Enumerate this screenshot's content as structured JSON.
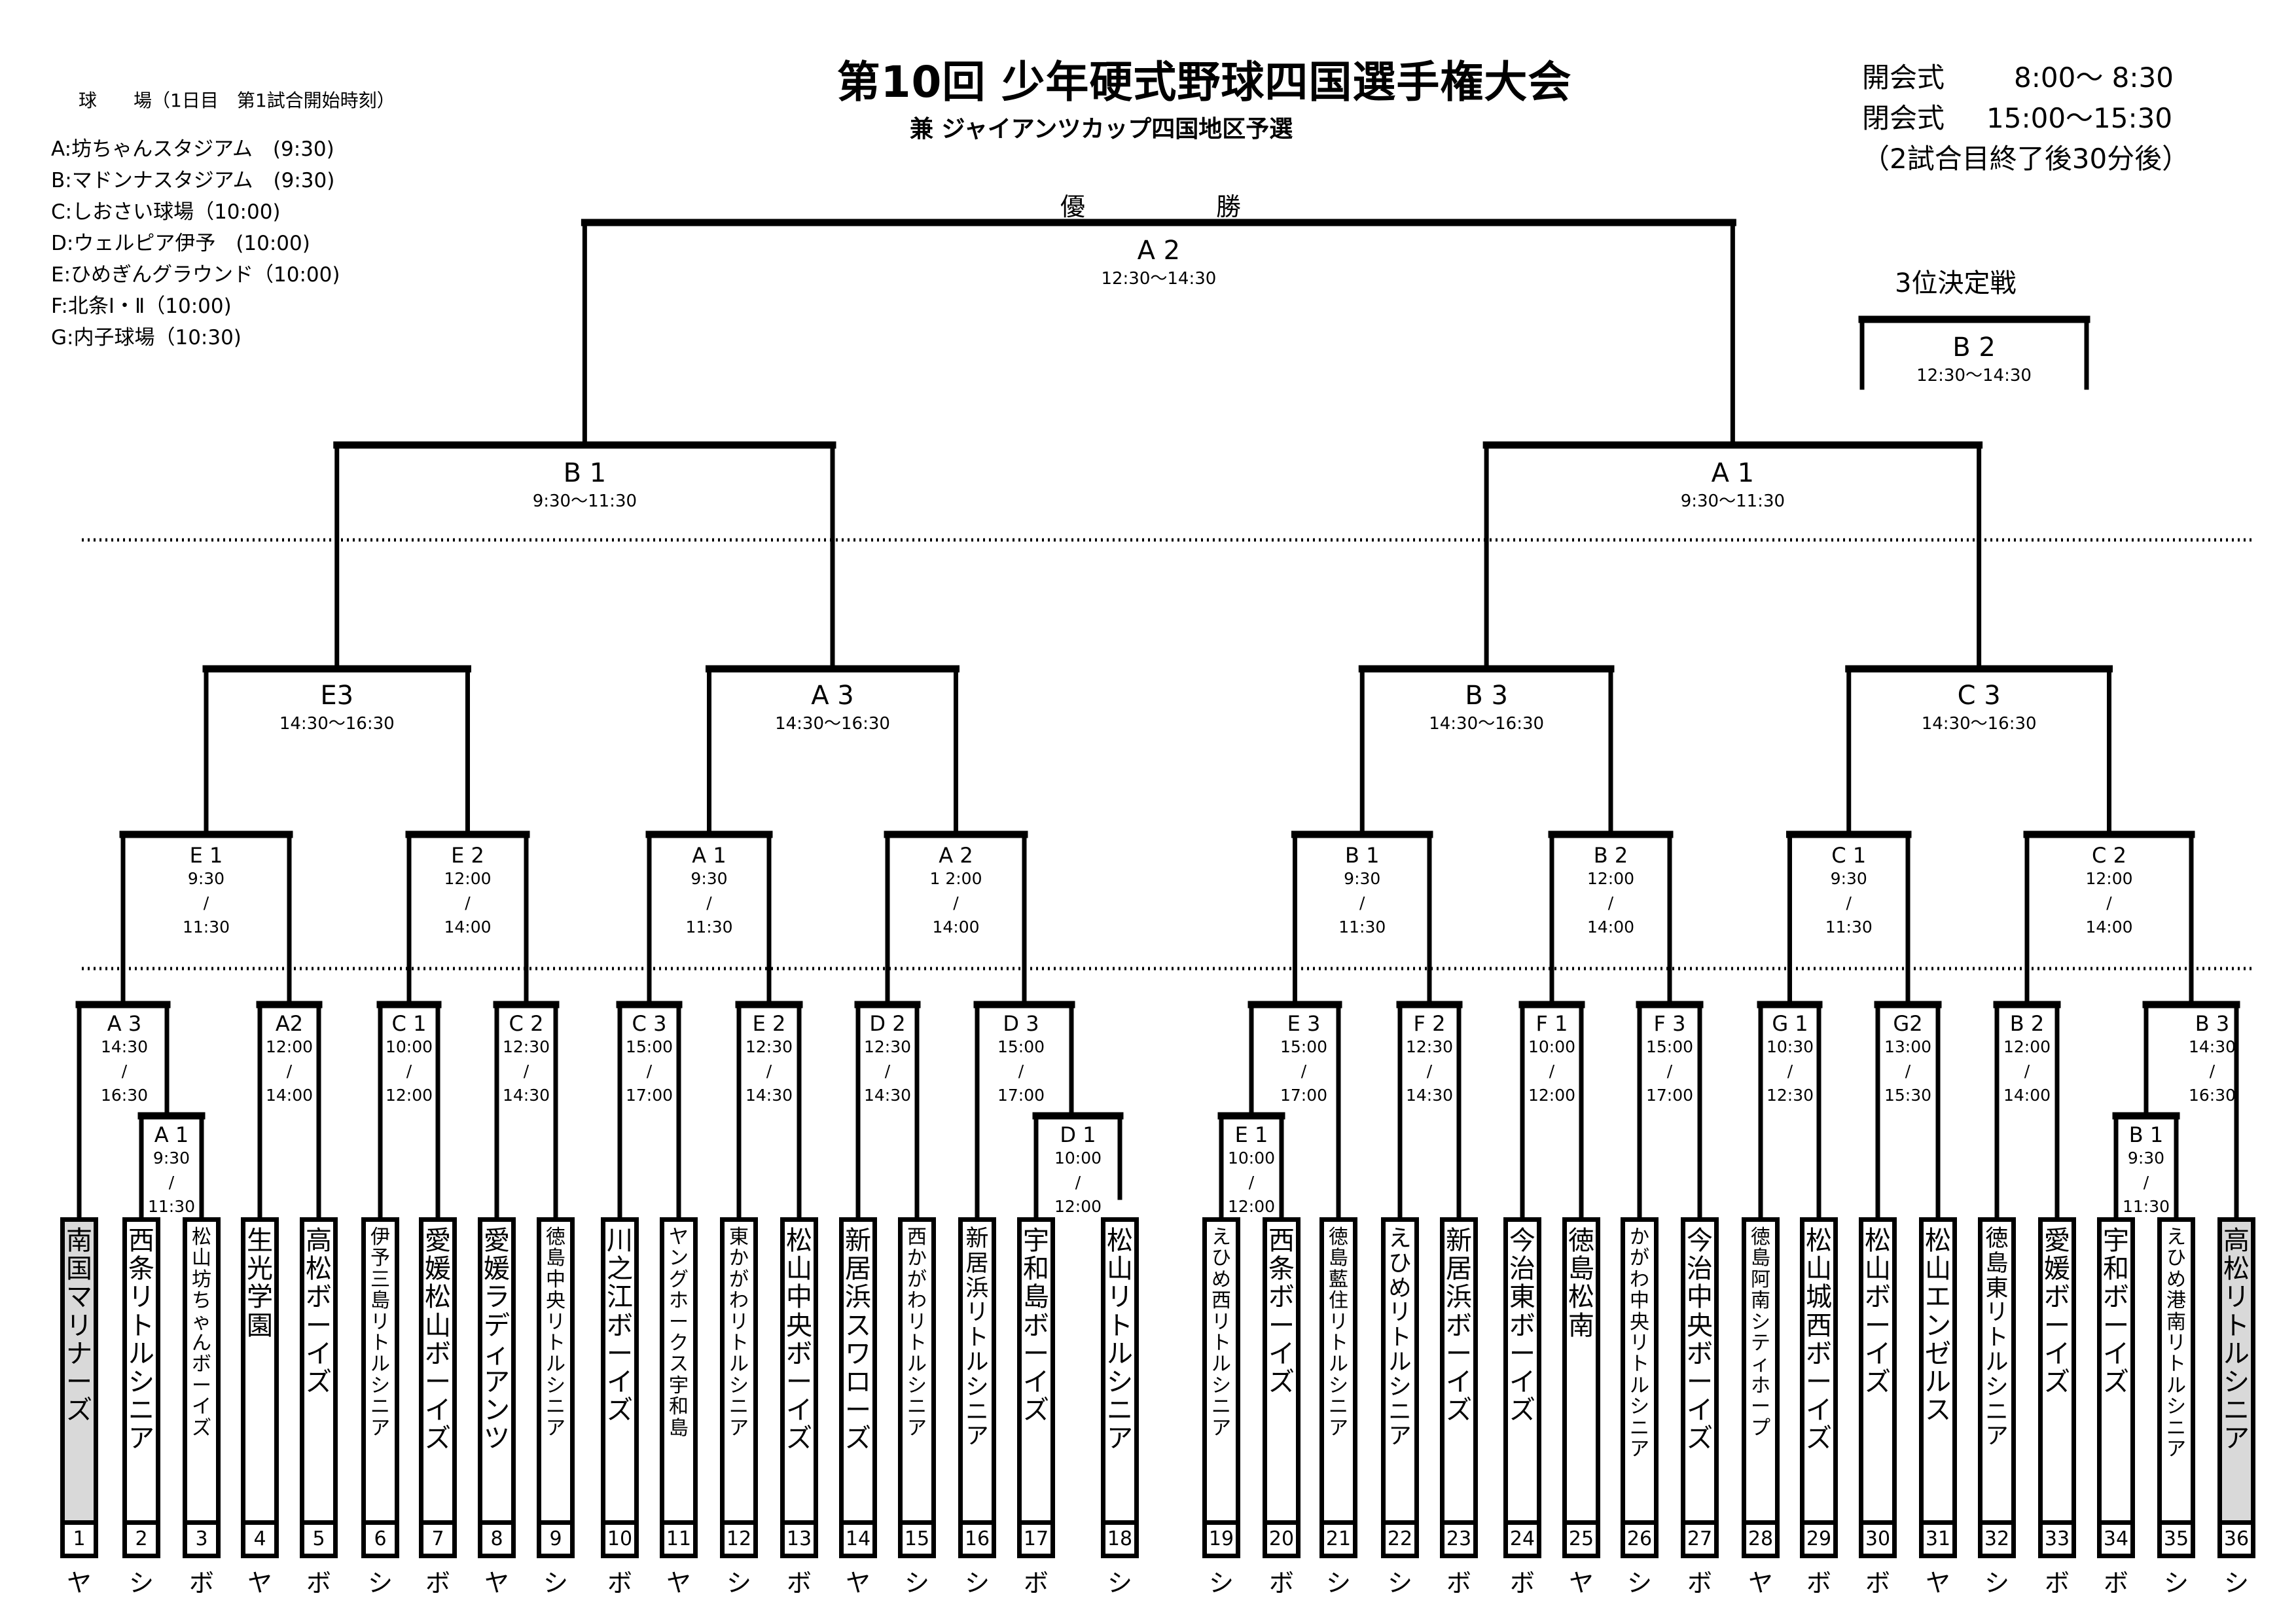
{
  "header": {
    "title": "第10回 少年硬式野球四国選手権大会",
    "subtitle": "兼 ジャイアンツカップ四国地区予選"
  },
  "venues": {
    "header": "球　　場（1日目　第1試合開始時刻）",
    "items": [
      {
        "code": "A",
        "name": "A:坊ちゃんスタジアム　(9:30)"
      },
      {
        "code": "B",
        "name": "B:マドンナスタジアム　(9:30)"
      },
      {
        "code": "C",
        "name": "C:しおさい球場（10:00)"
      },
      {
        "code": "D",
        "name": "D:ウェルピア伊予　(10:00)"
      },
      {
        "code": "E",
        "name": "E:ひめぎんグラウンド（10:00)"
      },
      {
        "code": "F",
        "name": "F:北条Ⅰ・Ⅱ（10:00)"
      },
      {
        "code": "G",
        "name": "G:内子球場（10:30)"
      }
    ]
  },
  "ceremony": {
    "opening_label": "開会式",
    "opening_time": "　8:00～ 8:30",
    "closing_label": "閉会式",
    "closing_time": "15:00～15:30",
    "note": "（2試合目終了後30分後）"
  },
  "final": {
    "label_left": "優",
    "label_right": "勝",
    "code": "A 2",
    "time": "12:30～14:30"
  },
  "third_place": {
    "title": "3位決定戦",
    "code": "B 2",
    "time": "12:30～14:30"
  },
  "semifinals": [
    {
      "code": "B 1",
      "time": "9:30～11:30"
    },
    {
      "code": "A 1",
      "time": "9:30～11:30"
    }
  ],
  "quarterfinals": [
    {
      "code": "E3",
      "time": "14:30～16:30"
    },
    {
      "code": "A 3",
      "time": "14:30～16:30"
    },
    {
      "code": "B 3",
      "time": "14:30～16:30"
    },
    {
      "code": "C 3",
      "time": "14:30～16:30"
    }
  ],
  "round2": [
    {
      "code": "E 1",
      "start": "9:30",
      "sep": "/",
      "end": "11:30"
    },
    {
      "code": "E 2",
      "start": "12:00",
      "sep": "/",
      "end": "14:00"
    },
    {
      "code": "A 1",
      "start": "9:30",
      "sep": "/",
      "end": "11:30"
    },
    {
      "code": "A 2",
      "start": "1 2:00",
      "sep": "/",
      "end": "14:00"
    },
    {
      "code": "B 1",
      "start": "9:30",
      "sep": "/",
      "end": "11:30"
    },
    {
      "code": "B 2",
      "start": "12:00",
      "sep": "/",
      "end": "14:00"
    },
    {
      "code": "C 1",
      "start": "9:30",
      "sep": "/",
      "end": "11:30"
    },
    {
      "code": "C 2",
      "start": "12:00",
      "sep": "/",
      "end": "14:00"
    }
  ],
  "round1": [
    {
      "code": "A 3",
      "start": "14:30",
      "sep": "/",
      "end": "16:30"
    },
    {
      "code": "A 1",
      "start": "9:30",
      "sep": "/",
      "end": "11:30"
    },
    {
      "code": "A2",
      "start": "12:00",
      "sep": "/",
      "end": "14:00"
    },
    {
      "code": "C 1",
      "start": "10:00",
      "sep": "/",
      "end": "12:00"
    },
    {
      "code": "C 2",
      "start": "12:30",
      "sep": "/",
      "end": "14:30"
    },
    {
      "code": "C 3",
      "start": "15:00",
      "sep": "/",
      "end": "17:00"
    },
    {
      "code": "E 2",
      "start": "12:30",
      "sep": "/",
      "end": "14:30"
    },
    {
      "code": "D 2",
      "start": "12:30",
      "sep": "/",
      "end": "14:30"
    },
    {
      "code": "D 3",
      "start": "15:00",
      "sep": "/",
      "end": "17:00"
    },
    {
      "code": "D 1",
      "start": "10:00",
      "sep": "/",
      "end": "12:00"
    },
    {
      "code": "E 1",
      "start": "10:00",
      "sep": "/",
      "end": "12:00"
    },
    {
      "code": "E 3",
      "start": "15:00",
      "sep": "/",
      "end": "17:00"
    },
    {
      "code": "F 2",
      "start": "12:30",
      "sep": "/",
      "end": "14:30"
    },
    {
      "code": "F 1",
      "start": "10:00",
      "sep": "/",
      "end": "12:00"
    },
    {
      "code": "F 3",
      "start": "15:00",
      "sep": "/",
      "end": "17:00"
    },
    {
      "code": "G 1",
      "start": "10:30",
      "sep": "/",
      "end": "12:30"
    },
    {
      "code": "G2",
      "start": "13:00",
      "sep": "/",
      "end": "15:30"
    },
    {
      "code": "B 2",
      "start": "12:00",
      "sep": "/",
      "end": "14:00"
    },
    {
      "code": "B 1",
      "start": "9:30",
      "sep": "/",
      "end": "11:30"
    },
    {
      "code": "B 3",
      "start": "14:30",
      "sep": "/",
      "end": "16:30"
    }
  ],
  "teams": [
    {
      "no": "1",
      "name": "南国マリナーズ",
      "category": "ヤ",
      "seed": true
    },
    {
      "no": "2",
      "name": "西条リトルシニア",
      "category": "シ",
      "seed": false
    },
    {
      "no": "3",
      "name": "松山坊ちゃんボーイズ",
      "category": "ボ",
      "seed": false
    },
    {
      "no": "4",
      "name": "生光学園",
      "category": "ヤ",
      "seed": false
    },
    {
      "no": "5",
      "name": "高松ボーイズ",
      "category": "ボ",
      "seed": false
    },
    {
      "no": "6",
      "name": "伊予三島リトルシニア",
      "category": "シ",
      "seed": false
    },
    {
      "no": "7",
      "name": "愛媛松山ボーイズ",
      "category": "ボ",
      "seed": false
    },
    {
      "no": "8",
      "name": "愛媛ラディアンツ",
      "category": "ヤ",
      "seed": false
    },
    {
      "no": "9",
      "name": "徳島中央リトルシニア",
      "category": "シ",
      "seed": false
    },
    {
      "no": "10",
      "name": "川之江ボーイズ",
      "category": "ボ",
      "seed": false
    },
    {
      "no": "11",
      "name": "ヤングホークス宇和島",
      "category": "ヤ",
      "seed": false
    },
    {
      "no": "12",
      "name": "東かがわリトルシニア",
      "category": "シ",
      "seed": false
    },
    {
      "no": "13",
      "name": "松山中央ボーイズ",
      "category": "ボ",
      "seed": false
    },
    {
      "no": "14",
      "name": "新居浜スワローズ",
      "category": "ヤ",
      "seed": false
    },
    {
      "no": "15",
      "name": "西かがわリトルシニア",
      "category": "シ",
      "seed": false
    },
    {
      "no": "16",
      "name": "新居浜リトルシニア",
      "category": "シ",
      "seed": false
    },
    {
      "no": "17",
      "name": "宇和島ボーイズ",
      "category": "ボ",
      "seed": false
    },
    {
      "no": "18",
      "name": "松山リトルシニア",
      "category": "シ",
      "seed": false
    },
    {
      "no": "19",
      "name": "えひめ西リトルシニア",
      "category": "シ",
      "seed": false
    },
    {
      "no": "20",
      "name": "西条ボーイズ",
      "category": "ボ",
      "seed": false
    },
    {
      "no": "21",
      "name": "徳島藍住リトルシニア",
      "category": "シ",
      "seed": false
    },
    {
      "no": "22",
      "name": "えひめリトルシニア",
      "category": "シ",
      "seed": false
    },
    {
      "no": "23",
      "name": "新居浜ボーイズ",
      "category": "ボ",
      "seed": false
    },
    {
      "no": "24",
      "name": "今治東ボーイズ",
      "category": "ボ",
      "seed": false
    },
    {
      "no": "25",
      "name": "徳島松南",
      "category": "ヤ",
      "seed": false
    },
    {
      "no": "26",
      "name": "かがわ中央リトルシニア",
      "category": "シ",
      "seed": false
    },
    {
      "no": "27",
      "name": "今治中央ボーイズ",
      "category": "ボ",
      "seed": false
    },
    {
      "no": "28",
      "name": "徳島阿南シティホープ",
      "category": "ヤ",
      "seed": false
    },
    {
      "no": "29",
      "name": "松山城西ボーイズ",
      "category": "ボ",
      "seed": false
    },
    {
      "no": "30",
      "name": "松山ボーイズ",
      "category": "ボ",
      "seed": false
    },
    {
      "no": "31",
      "name": "松山エンゼルス",
      "category": "ヤ",
      "seed": false
    },
    {
      "no": "32",
      "name": "徳島東リトルシニア",
      "category": "シ",
      "seed": false
    },
    {
      "no": "33",
      "name": "愛媛ボーイズ",
      "category": "ボ",
      "seed": false
    },
    {
      "no": "34",
      "name": "宇和ボーイズ",
      "category": "ボ",
      "seed": false
    },
    {
      "no": "35",
      "name": "えひめ港南リトルシニア",
      "category": "シ",
      "seed": false
    },
    {
      "no": "36",
      "name": "高松リトルシニア",
      "category": "シ",
      "seed": true
    }
  ],
  "colors": {
    "line": "#000000",
    "seed_fill": "#d9d9d9",
    "background": "#ffffff"
  }
}
